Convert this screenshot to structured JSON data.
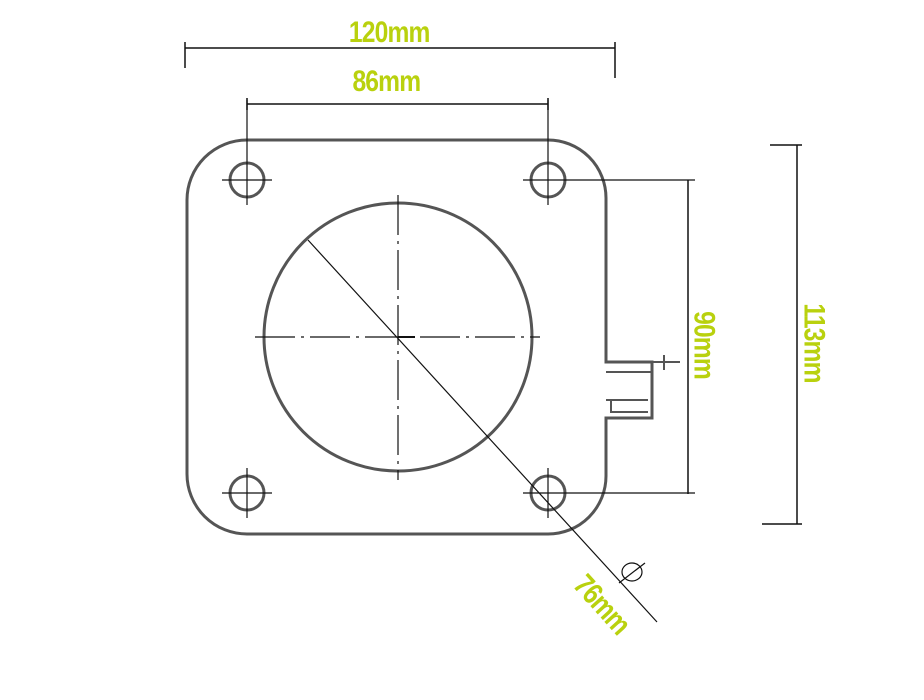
{
  "colors": {
    "label": "#b9d10e",
    "outline": "#555555",
    "dimension_line": "#111111",
    "background": "#ffffff"
  },
  "dimensions": {
    "overall_width": "120mm",
    "hole_spacing_horizontal": "86mm",
    "hole_spacing_vertical": "90mm",
    "overall_height": "113mm",
    "bore_diameter": "76mm",
    "diameter_symbol": "⌀"
  },
  "features": {
    "mounting_holes": 4,
    "center_bore": 1,
    "side_tab": 1
  }
}
